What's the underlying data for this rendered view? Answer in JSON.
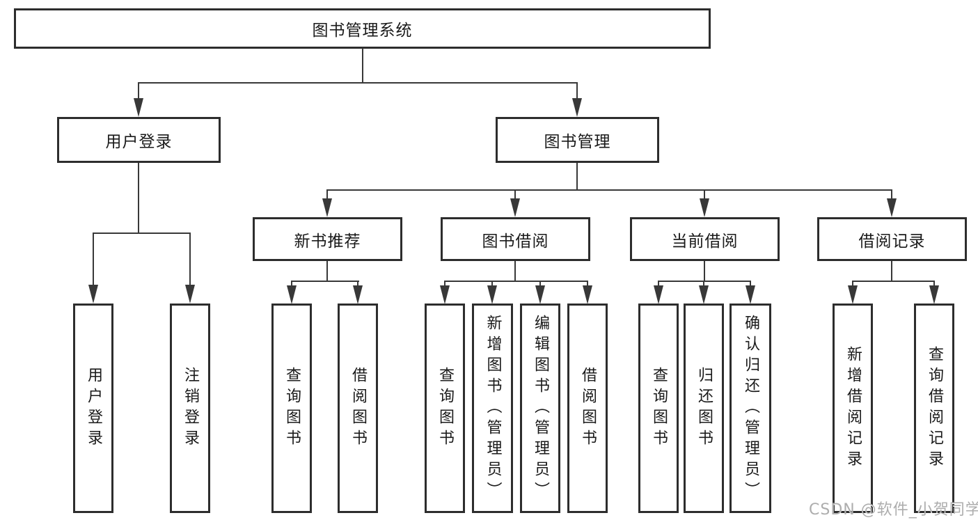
{
  "tree": {
    "label": "图书管理系统",
    "children": [
      {
        "label": "用户登录",
        "children": [
          {
            "label": "用户登录"
          },
          {
            "label": "注销登录"
          }
        ]
      },
      {
        "label": "图书管理",
        "children": [
          {
            "label": "新书推荐",
            "children": [
              {
                "label": "查询图书"
              },
              {
                "label": "借阅图书"
              }
            ]
          },
          {
            "label": "图书借阅",
            "children": [
              {
                "label": "查询图书"
              },
              {
                "label": "新增图书（管理员）"
              },
              {
                "label": "编辑图书（管理员）"
              },
              {
                "label": "借阅图书"
              }
            ]
          },
          {
            "label": "当前借阅",
            "children": [
              {
                "label": "查询图书"
              },
              {
                "label": "归还图书"
              },
              {
                "label": "确认归还（管理员）"
              }
            ]
          },
          {
            "label": "借阅记录",
            "children": [
              {
                "label": "新增借阅记录"
              },
              {
                "label": "查询借阅记录"
              }
            ]
          }
        ]
      }
    ]
  },
  "watermark": "CSDN @软件_小贺同学",
  "colors": {
    "box_border": "#2d2d2d",
    "connector_line": "#383838",
    "text": "#1a1a1a",
    "watermark": "#adadad",
    "background": "#ffffff"
  }
}
